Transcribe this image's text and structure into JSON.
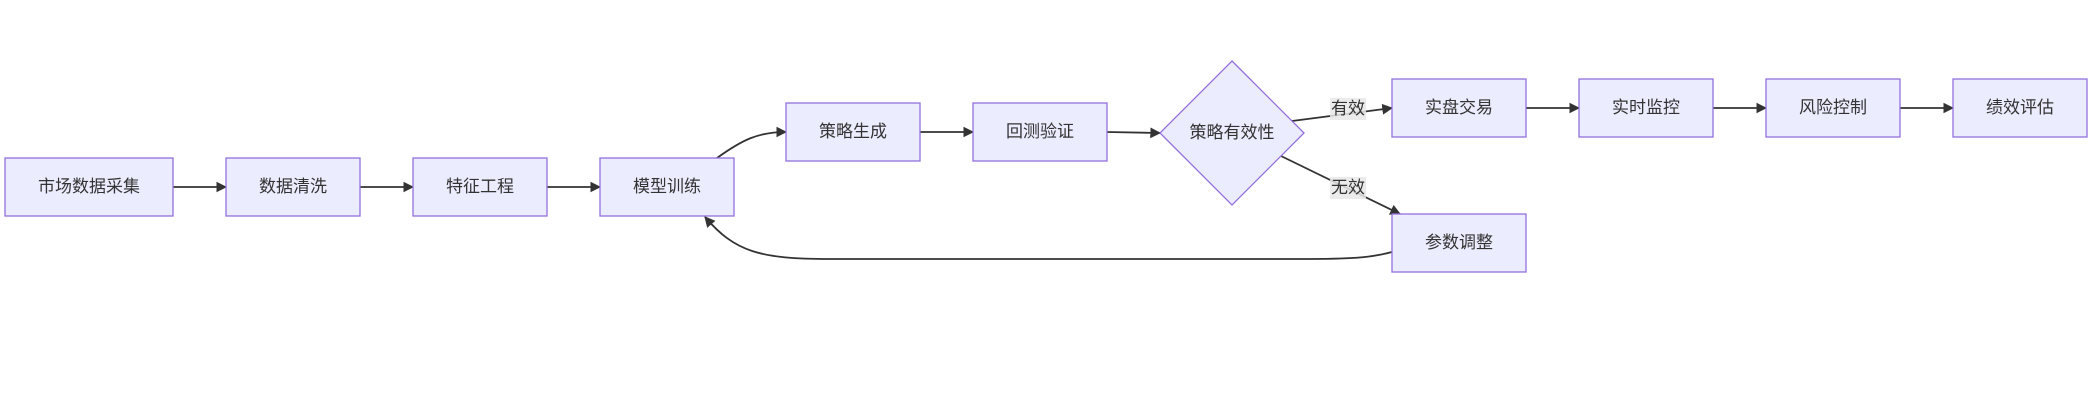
{
  "nodes": {
    "market_data": "市场数据采集",
    "data_cleaning": "数据清洗",
    "feature_engineering": "特征工程",
    "model_training": "模型训练",
    "strategy_generation": "策略生成",
    "backtest": "回测验证",
    "strategy_validity": "策略有效性",
    "live_trading": "实盘交易",
    "realtime_monitoring": "实时监控",
    "risk_control": "风险控制",
    "performance_eval": "绩效评估",
    "param_tuning": "参数调整"
  },
  "edge_labels": {
    "valid": "有效",
    "invalid": "无效"
  },
  "colors": {
    "node_fill": "#ECECFF",
    "node_stroke": "#9370DB",
    "edge": "#333333",
    "text": "#333333",
    "edge_label_bg": "#E8E8E8"
  }
}
